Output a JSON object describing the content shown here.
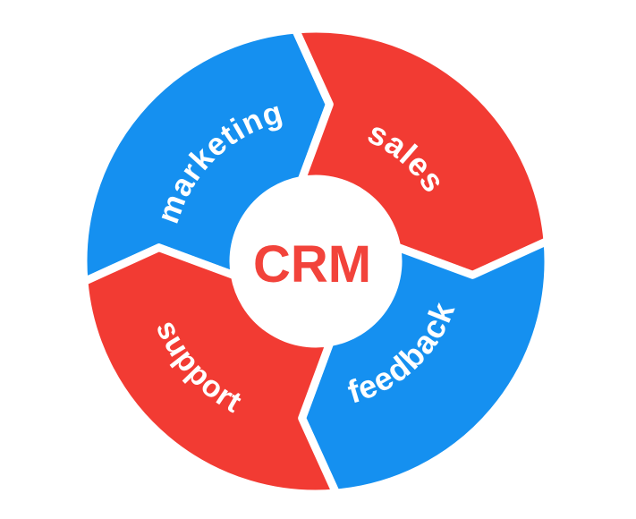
{
  "diagram": {
    "type": "cycle",
    "flow_direction": "clockwise",
    "background_color": "#FFFFFF",
    "gap_color": "#FFFFFF",
    "label_text_color": "#FFFFFF",
    "center": {
      "label": "CRM",
      "text_color": "#F2433B"
    },
    "segments": [
      {
        "label": "marketing",
        "position": "top-left",
        "color": "#1590F0"
      },
      {
        "label": "sales",
        "position": "top-right",
        "color": "#F23B33"
      },
      {
        "label": "feedback",
        "position": "bottom-right",
        "color": "#1590F0"
      },
      {
        "label": "support",
        "position": "bottom-left",
        "color": "#F23B33"
      }
    ]
  }
}
